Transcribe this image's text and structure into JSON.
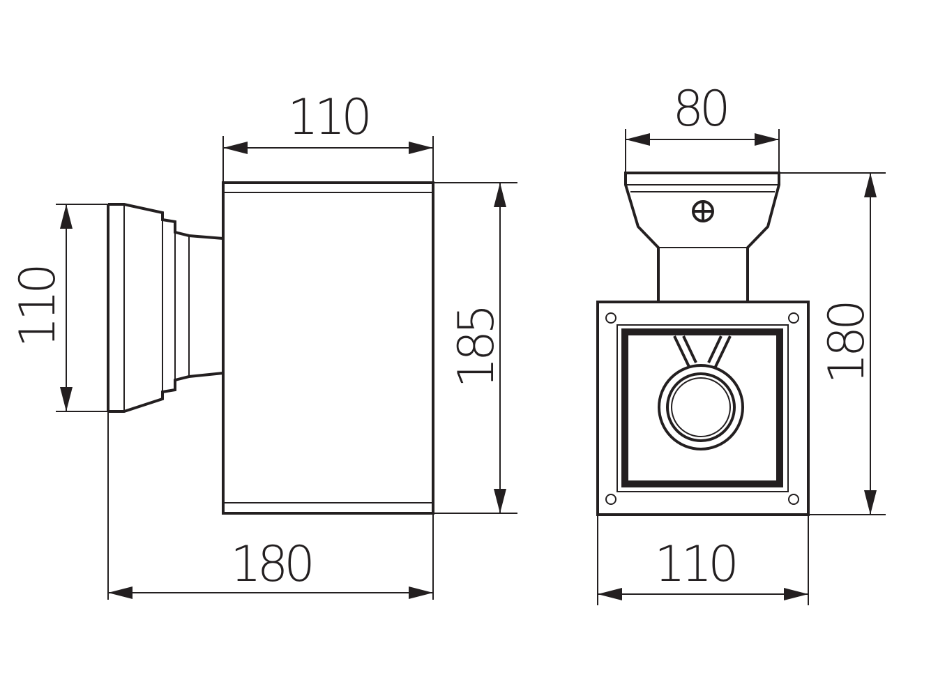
{
  "diagram": {
    "type": "technical-dimension-drawing",
    "line_color": "#231f20",
    "background": "#ffffff",
    "views": [
      {
        "name": "side-view",
        "dimensions": {
          "mount_height": "110",
          "body_width": "110",
          "body_height": "185",
          "total_depth": "180"
        }
      },
      {
        "name": "front-view",
        "dimensions": {
          "bracket_width": "80",
          "total_height": "180",
          "housing_width": "110"
        }
      }
    ]
  }
}
